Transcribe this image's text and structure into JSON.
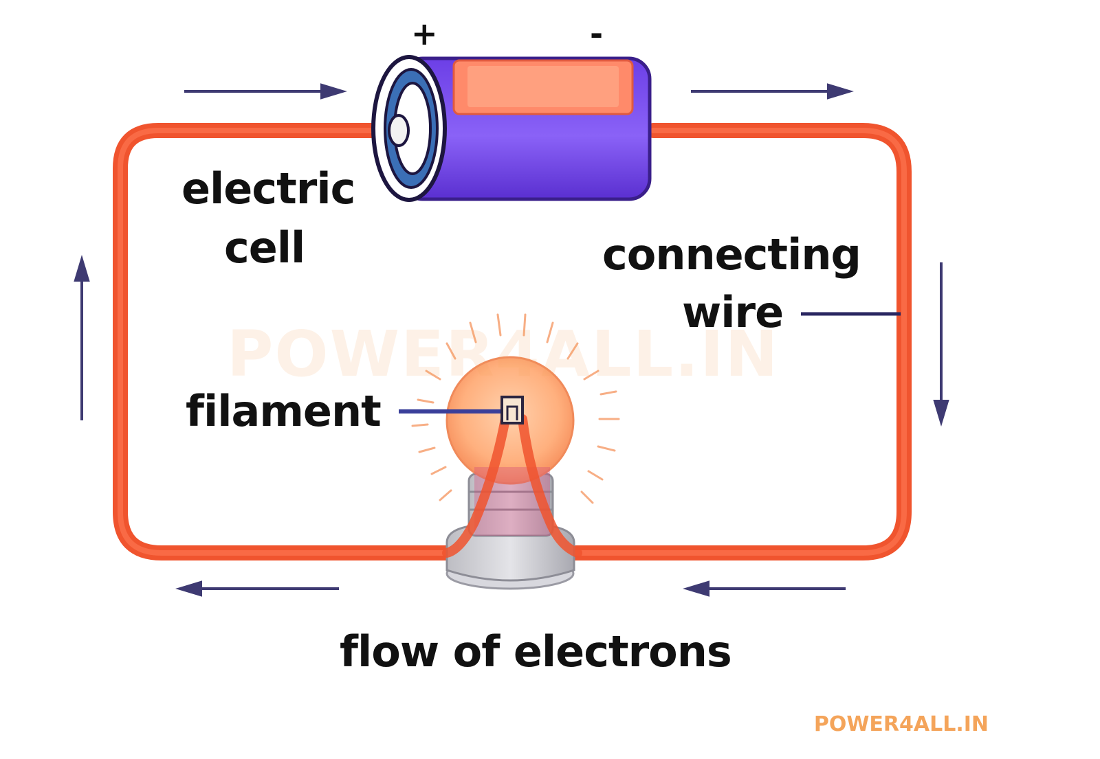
{
  "labels": {
    "cell_line1": "electric",
    "cell_line2": "cell",
    "wire_line1": "connecting",
    "wire_line2": "wire",
    "filament": "filament",
    "flow": "flow of electrons",
    "plus": "+",
    "minus": "-"
  },
  "watermark": {
    "center_text": "POWER4ALL.IN",
    "corner_text": "POWER4ALL.IN"
  },
  "colors": {
    "wire": "#f0542e",
    "battery_body": "#7b4ff2",
    "battery_stripe": "#ff8a6a",
    "arrow": "#3e3a72",
    "bulb_glow": "#ffae7a",
    "base_metal": "#c9c9cf",
    "watermark": "#f4a45a"
  }
}
